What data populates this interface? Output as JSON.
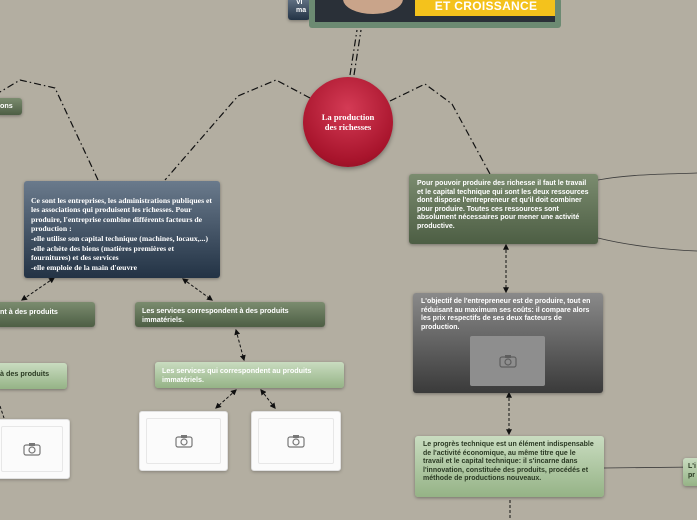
{
  "central": {
    "label": "La production des richesses"
  },
  "top_image": {
    "banner_text": "ET CROISSANCE"
  },
  "top_left_fragment": {
    "line1": "Vi",
    "line2": "ma"
  },
  "left_fragment": {
    "text": "ons"
  },
  "enterprises_node": {
    "text": "Ce sont les entreprises, les administrations publiques et les associations qui produisent les richesses. Pour produire, l'entreprise combine différents facteurs de production :\n-elle utilise son capital technique (machines, locaux,...)\n -elle achète des biens (matières premières et fournitures) et des services\n-elle emploie de la main d'œuvre"
  },
  "goods_fragment_1": {
    "text": "nt à des produits"
  },
  "goods_fragment_2": {
    "text": "à des produits"
  },
  "services_node_1": {
    "text": "Les services correspondent à des produits immatériels."
  },
  "services_node_2": {
    "text": "Les services qui correspondent au produits immatériels."
  },
  "factors_node": {
    "text": "Pour pouvoir produire des richesse il faut le travail et le capital technique qui sont les deux ressources dont dispose l'entrepreneur et qu'il doit combiner pour produire. Toutes ces ressources sont absolument nécessaires pour mener une activité productive."
  },
  "objective_node": {
    "text": "L'objectif de l'entrepreneur est de produire, tout en réduisant au maximum ses coûts: il compare alors les prix respectifs de ses deux facteurs de production."
  },
  "progress_node": {
    "text": "Le progrès technique est un élément indispensable de l'activité économique, au même titre que le travail et le capital technique: il s'incarne dans l'innovation, constituée des produits, procédés et méthode de productions nouveaux."
  },
  "right_fragment": {
    "line1": "L'i",
    "line2": "pr"
  },
  "icons": {
    "image_placeholder": "camera-icon"
  },
  "colors": {
    "background": "#b3aea1",
    "central": "#a8142c",
    "banner": "#f4c21c"
  }
}
